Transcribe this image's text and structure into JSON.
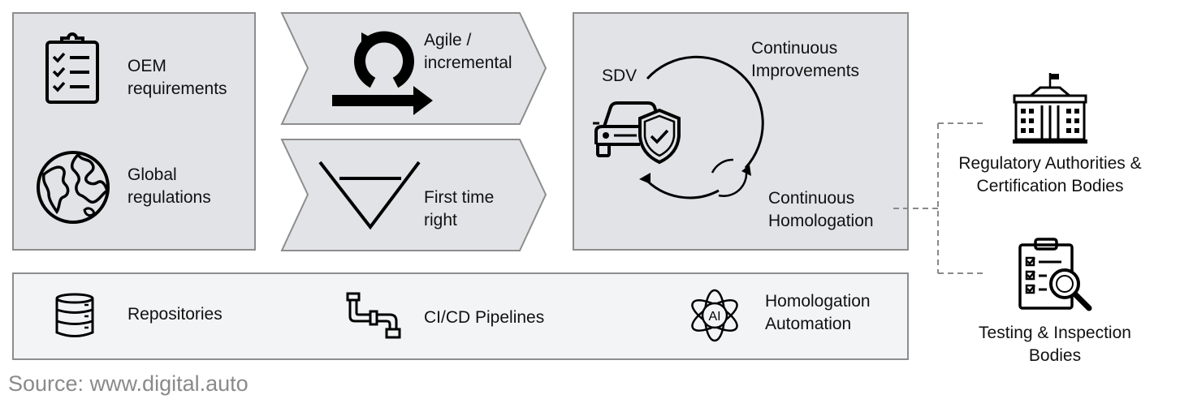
{
  "left_panel": {
    "oem_label": "OEM\nrequirements",
    "global_label": "Global\nregulations"
  },
  "arrows": {
    "agile_label": "Agile /\nincremental",
    "first_time_label": "First time\nright"
  },
  "sdv_panel": {
    "sdv_label": "SDV",
    "improvements_label": "Continuous\nImprovements",
    "homologation_label": "Continuous\nHomologation"
  },
  "bottom_bar": {
    "repositories_label": "Repositories",
    "cicd_label": "CI/CD Pipelines",
    "automation_label": "Homologation\nAutomation"
  },
  "side": {
    "regulatory_label": "Regulatory Authorities &\nCertification Bodies",
    "testing_label": "Testing & Inspection\nBodies"
  },
  "source_text": "Source: www.digital.auto",
  "colors": {
    "panel_fill": "#e1e3e6",
    "panel_border": "#8d8d8d",
    "source_text": "#8a8a8a"
  },
  "icons": [
    "clipboard-checklist-icon",
    "globe-icon",
    "cycle-arrow-icon",
    "funnel-icon",
    "car-shield-icon",
    "database-icon",
    "pipe-icon",
    "ai-atom-icon",
    "government-building-icon",
    "inspection-clipboard-icon"
  ]
}
